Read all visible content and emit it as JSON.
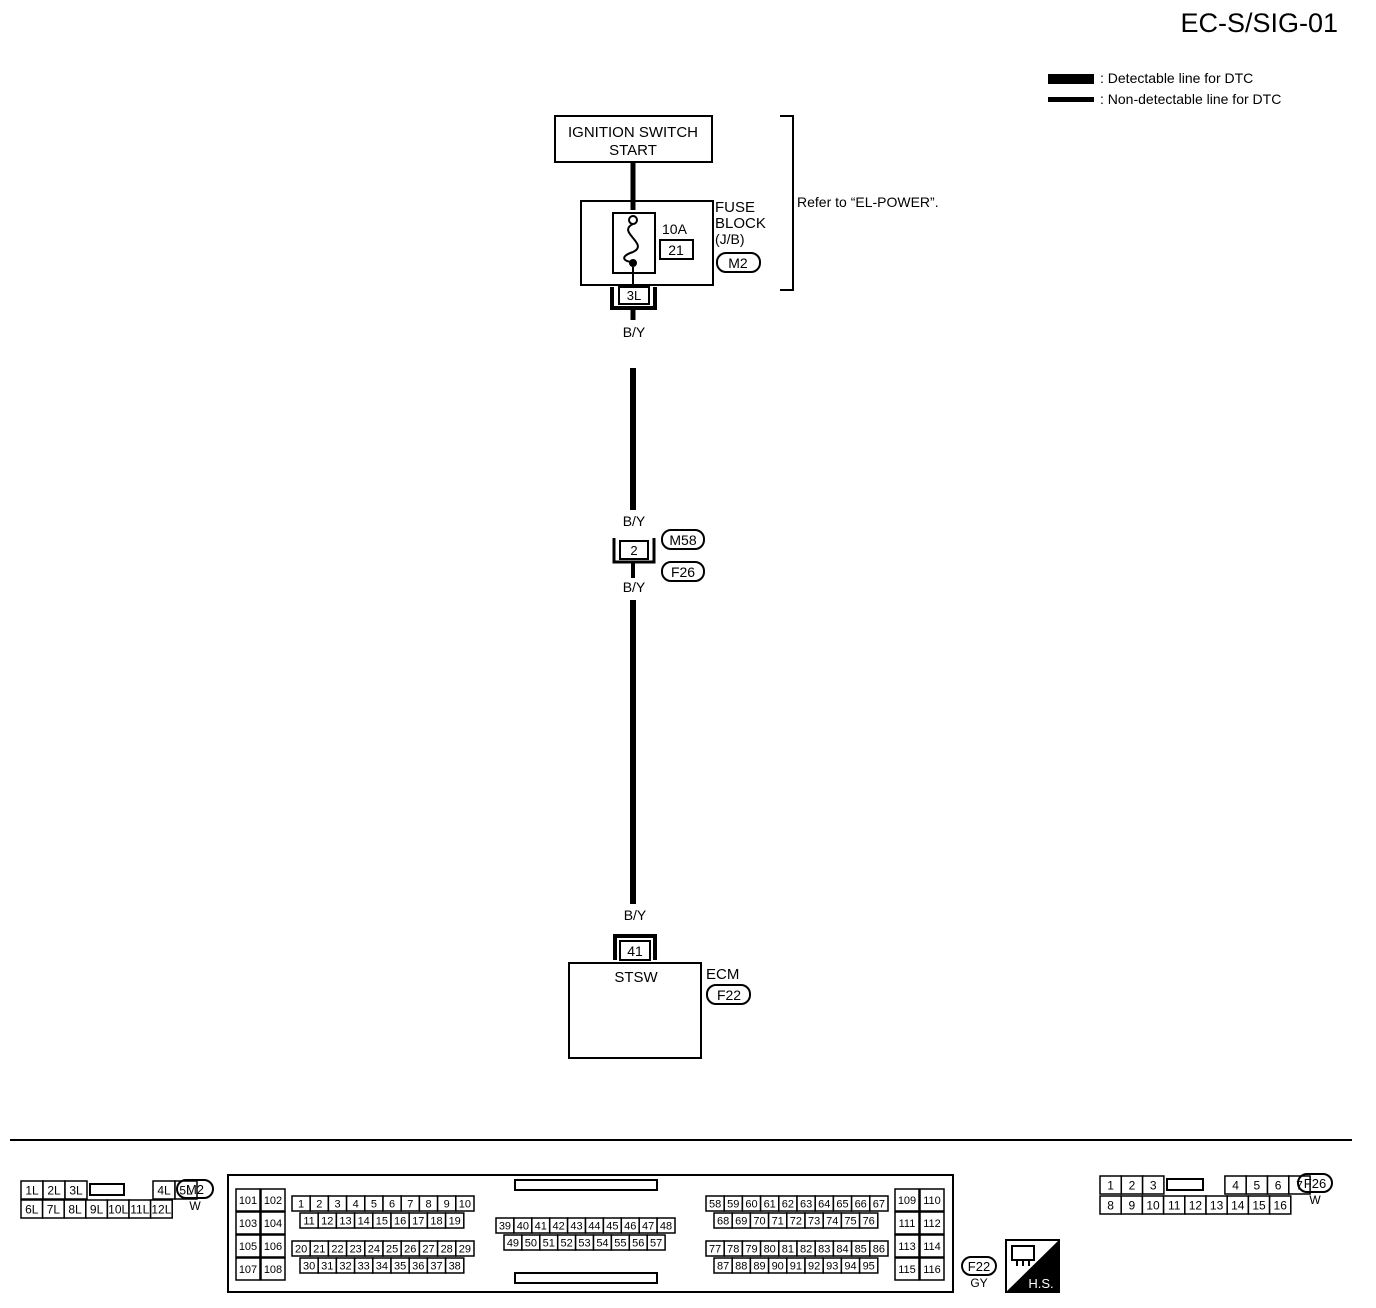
{
  "page_id": "EC-S/SIG-01",
  "legend": {
    "detectable": ": Detectable line for DTC",
    "non_detectable": ": Non-detectable line for DTC"
  },
  "ignition": {
    "line1": "IGNITION SWITCH",
    "line2": "START"
  },
  "fuse_block": {
    "label1": "FUSE",
    "label2": "BLOCK",
    "label3": "(J/B)",
    "connector": "M2",
    "amperage": "10A",
    "fuse_no": "21",
    "terminal": "3L"
  },
  "refer_note": "Refer to “EL-POWER”.",
  "wire_color": "B/Y",
  "joint": {
    "pin": "2",
    "connector_top": "M58",
    "connector_bottom": "F26"
  },
  "ecm": {
    "label": "ECM",
    "connector": "F22",
    "pin": "41",
    "signal": "STSW"
  },
  "connectors": {
    "m2": {
      "id": "M2",
      "color": "W",
      "row1": [
        "1L",
        "2L",
        "3L",
        "4L",
        "5L"
      ],
      "row2": [
        "6L",
        "7L",
        "8L",
        "9L",
        "10L",
        "11L",
        "12L"
      ]
    },
    "f22": {
      "id": "F22",
      "color": "GY",
      "left_col1": [
        "101",
        "103",
        "105",
        "107"
      ],
      "left_col2": [
        "102",
        "104",
        "106",
        "108"
      ],
      "g1_r1": [
        "1",
        "2",
        "3",
        "4",
        "5",
        "6",
        "7",
        "8",
        "9",
        "10"
      ],
      "g1_r2": [
        "11",
        "12",
        "13",
        "14",
        "15",
        "16",
        "17",
        "18",
        "19"
      ],
      "g1_r3": [
        "20",
        "21",
        "22",
        "23",
        "24",
        "25",
        "26",
        "27",
        "28",
        "29"
      ],
      "g1_r4": [
        "30",
        "31",
        "32",
        "33",
        "34",
        "35",
        "36",
        "37",
        "38"
      ],
      "g2_r1": [
        "39",
        "40",
        "41",
        "42",
        "43",
        "44",
        "45",
        "46",
        "47",
        "48"
      ],
      "g2_r2": [
        "49",
        "50",
        "51",
        "52",
        "53",
        "54",
        "55",
        "56",
        "57"
      ],
      "g3_r1": [
        "58",
        "59",
        "60",
        "61",
        "62",
        "63",
        "64",
        "65",
        "66",
        "67"
      ],
      "g3_r2": [
        "68",
        "69",
        "70",
        "71",
        "72",
        "73",
        "74",
        "75",
        "76"
      ],
      "g3_r3": [
        "77",
        "78",
        "79",
        "80",
        "81",
        "82",
        "83",
        "84",
        "85",
        "86"
      ],
      "g3_r4": [
        "87",
        "88",
        "89",
        "90",
        "91",
        "92",
        "93",
        "94",
        "95"
      ],
      "right_col1": [
        "109",
        "111",
        "113",
        "115"
      ],
      "right_col2": [
        "110",
        "112",
        "114",
        "116"
      ]
    },
    "f26": {
      "id": "F26",
      "color": "W",
      "row1": [
        "1",
        "2",
        "3",
        "4",
        "5",
        "6",
        "7"
      ],
      "row2": [
        "8",
        "9",
        "10",
        "11",
        "12",
        "13",
        "14",
        "15",
        "16"
      ]
    }
  },
  "hs_label": "H.S."
}
